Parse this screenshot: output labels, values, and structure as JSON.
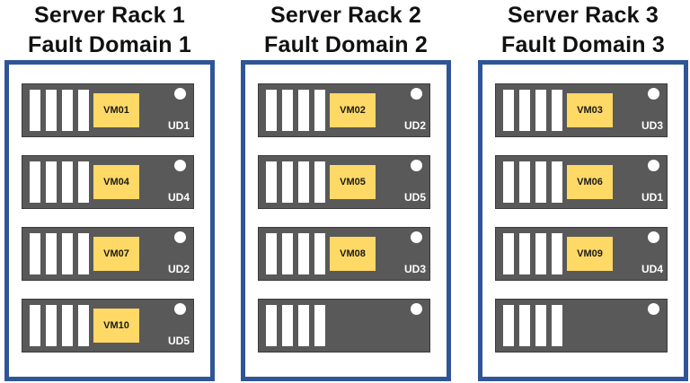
{
  "racks": [
    {
      "title": "Server Rack 1",
      "subtitle": "Fault Domain 1",
      "servers": [
        {
          "vm": "VM01",
          "ud": "UD1"
        },
        {
          "vm": "VM04",
          "ud": "UD4"
        },
        {
          "vm": "VM07",
          "ud": "UD2"
        },
        {
          "vm": "VM10",
          "ud": "UD5"
        }
      ]
    },
    {
      "title": "Server Rack 2",
      "subtitle": "Fault Domain 2",
      "servers": [
        {
          "vm": "VM02",
          "ud": "UD2"
        },
        {
          "vm": "VM05",
          "ud": "UD5"
        },
        {
          "vm": "VM08",
          "ud": "UD3"
        },
        {
          "vm": "",
          "ud": ""
        }
      ]
    },
    {
      "title": "Server Rack 3",
      "subtitle": "Fault Domain 3",
      "servers": [
        {
          "vm": "VM03",
          "ud": "UD3"
        },
        {
          "vm": "VM06",
          "ud": "UD1"
        },
        {
          "vm": "VM09",
          "ud": "UD4"
        },
        {
          "vm": "",
          "ud": ""
        }
      ]
    }
  ],
  "colors": {
    "rack_border": "#2f5597",
    "server_body": "#595959",
    "vm_fill": "#ffd966",
    "bay": "#ffffff"
  }
}
